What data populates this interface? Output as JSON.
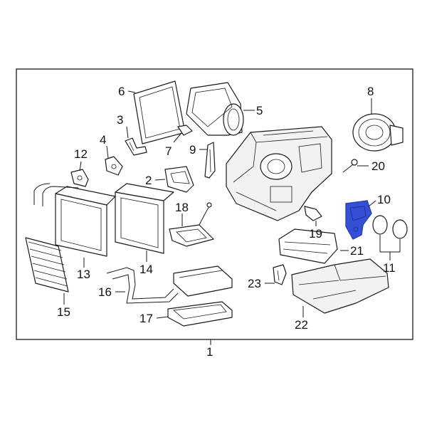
{
  "colors": {
    "line": "#1a1a1a",
    "highlight": "#2a3fb8",
    "highlight_fill": "#3450d4"
  },
  "callouts": [
    {
      "id": "1",
      "label": "1"
    },
    {
      "id": "2",
      "label": "2"
    },
    {
      "id": "3",
      "label": "3"
    },
    {
      "id": "4",
      "label": "4"
    },
    {
      "id": "5",
      "label": "5"
    },
    {
      "id": "6",
      "label": "6"
    },
    {
      "id": "7",
      "label": "7"
    },
    {
      "id": "8",
      "label": "8"
    },
    {
      "id": "9",
      "label": "9"
    },
    {
      "id": "10",
      "label": "10"
    },
    {
      "id": "11",
      "label": "11"
    },
    {
      "id": "12",
      "label": "12"
    },
    {
      "id": "13",
      "label": "13"
    },
    {
      "id": "14",
      "label": "14"
    },
    {
      "id": "15",
      "label": "15"
    },
    {
      "id": "16",
      "label": "16"
    },
    {
      "id": "17",
      "label": "17"
    },
    {
      "id": "18",
      "label": "18"
    },
    {
      "id": "19",
      "label": "19"
    },
    {
      "id": "20",
      "label": "20"
    },
    {
      "id": "21",
      "label": "21"
    },
    {
      "id": "22",
      "label": "22"
    },
    {
      "id": "23",
      "label": "23"
    }
  ],
  "highlighted_part": "10"
}
